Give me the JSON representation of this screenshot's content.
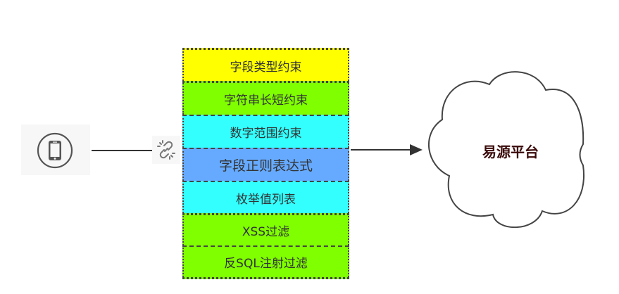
{
  "diagram": {
    "client": {
      "icon": "smartphone-icon"
    },
    "connector": {
      "icon": "broken-link-icon"
    },
    "layers": [
      {
        "label": "字段类型约束",
        "color": "#ffff00"
      },
      {
        "label": "字符串长短约束",
        "color": "#7fff00"
      },
      {
        "label": "数字范围约束",
        "color": "#33ffff"
      },
      {
        "label": "字段正则表达式",
        "color": "#66aaff"
      },
      {
        "label": "枚举值列表",
        "color": "#33ffff"
      },
      {
        "label": "XSS过滤",
        "color": "#7fff00"
      },
      {
        "label": "反SQL注射过滤",
        "color": "#7fff00"
      }
    ],
    "target": {
      "label": "易源平台",
      "shape": "cloud"
    }
  }
}
